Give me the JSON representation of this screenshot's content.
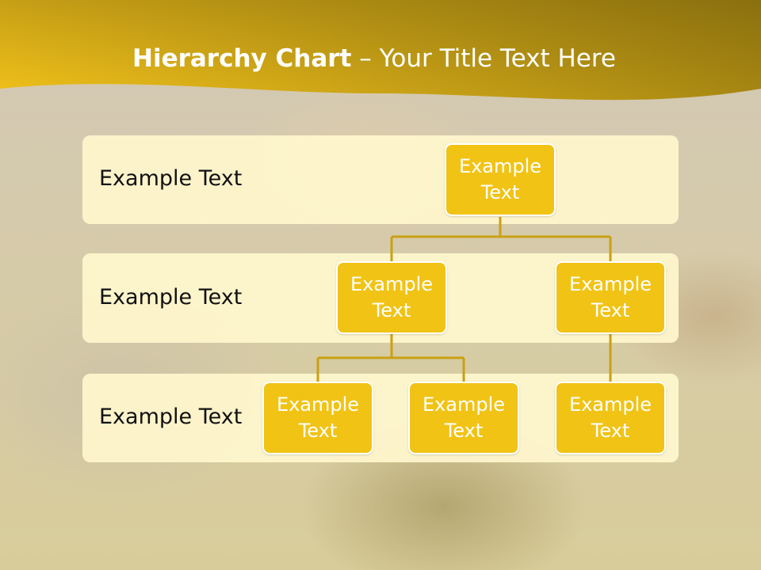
{
  "slide": {
    "title_bold": "Hierarchy Chart",
    "title_rest": " – Your Title Text Here",
    "accent_color": "#f1c315",
    "header_gradient": [
      "#f2c21a",
      "#b99517",
      "#9e8010"
    ]
  },
  "rows": [
    {
      "label": "Example Text"
    },
    {
      "label": "Example Text"
    },
    {
      "label": "Example Text"
    }
  ],
  "nodes": {
    "root": "Example\nText",
    "level2_left": "Example\nText",
    "level2_right": "Example\nText",
    "level3_left": "Example\nText",
    "level3_middle": "Example\nText",
    "level3_right": "Example\nText"
  }
}
